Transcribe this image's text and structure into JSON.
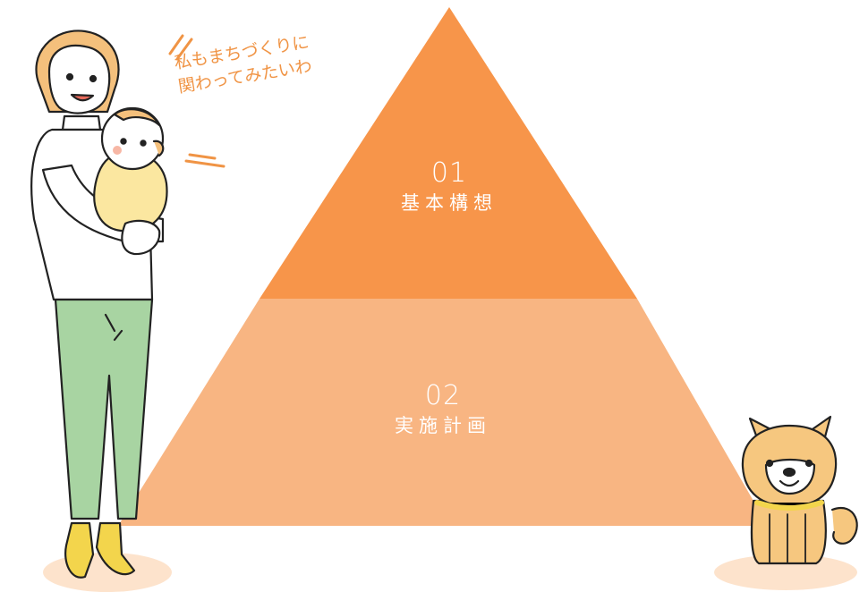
{
  "colors": {
    "tier1": "#f7954a",
    "tier2": "#f8b582",
    "speech": "#f09445",
    "pants": "#a8d4a2",
    "baby_outfit": "#fbe7a0",
    "hair": "#f4c07c",
    "dog": "#f6c77f",
    "dog_collar": "#f3d54c",
    "shadow": "#fde3cc"
  },
  "pyramid": {
    "tiers": [
      {
        "number": "01",
        "label": "基本構想"
      },
      {
        "number": "02",
        "label": "実施計画"
      }
    ]
  },
  "speech": {
    "line1": "私もまちづくりに",
    "line2": "関わってみたいわ"
  },
  "illustrations": {
    "left": "woman-holding-baby",
    "right": "shiba-dog"
  }
}
